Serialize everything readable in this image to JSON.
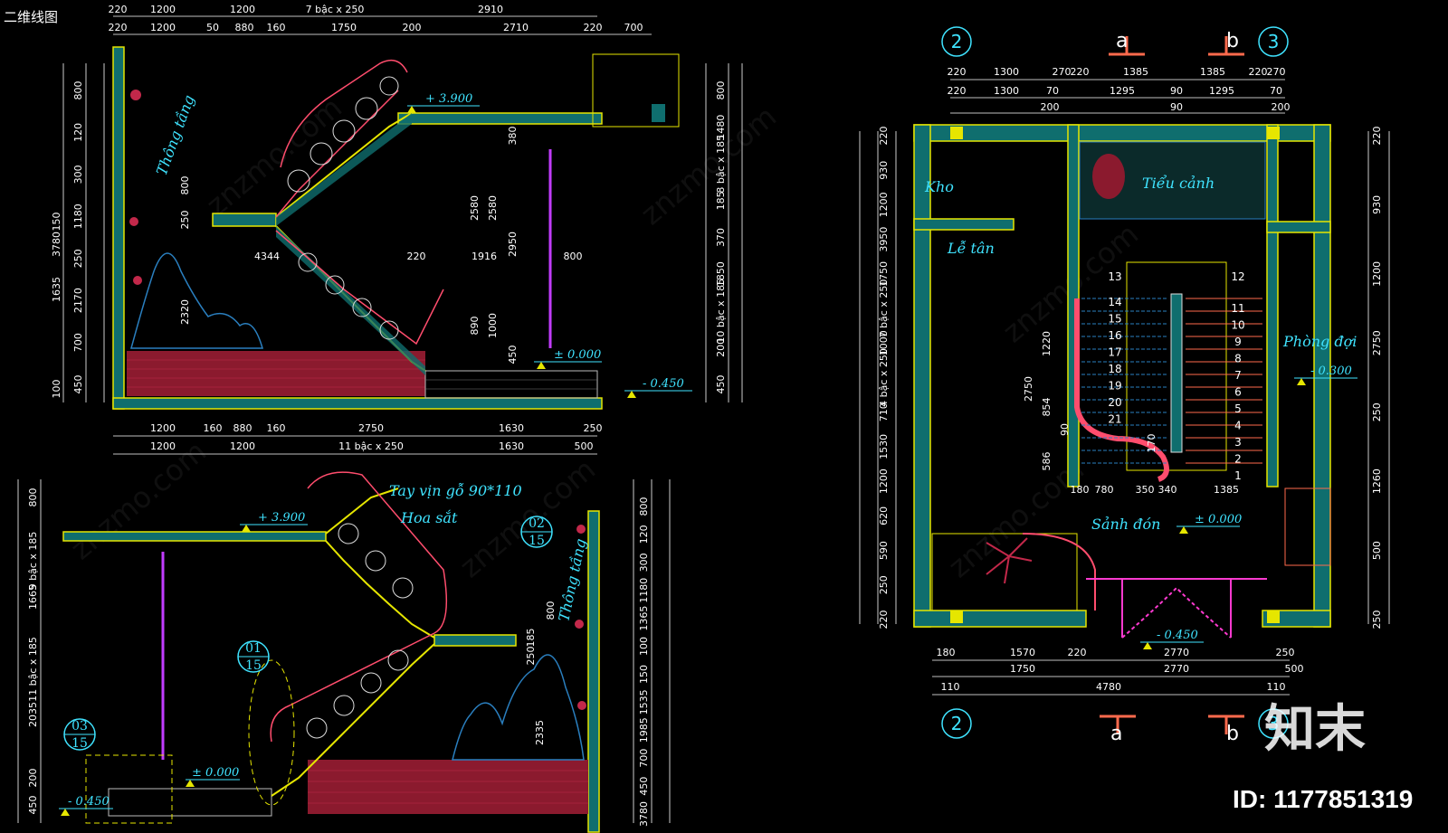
{
  "title": "二维线图",
  "watermark": "znzmo.com",
  "brand": "知末",
  "id_text": "ID: 1177851319",
  "colors": {
    "bg": "#000000",
    "wall": "#0f6e6e",
    "outline": "#e6e600",
    "dim": "#ffffff",
    "label": "#3fe3ff",
    "rail": "#ff4d6d",
    "floor": "#8b1a2e",
    "purple": "#c23cff"
  },
  "sec1": {
    "top_row1": [
      "220",
      "1200",
      "1200",
      "7 bậc x 250",
      "2910"
    ],
    "top_row2": [
      "220",
      "1200",
      "50",
      "880",
      "160",
      "1750",
      "200",
      "2710",
      "220",
      "700"
    ],
    "bottom_row1": [
      "1200",
      "160",
      "880",
      "160",
      "2750",
      "1630",
      "250"
    ],
    "bottom_row2": [
      "1200",
      "1200",
      "11 bậc x 250",
      "1630",
      "500"
    ],
    "left1": [
      "800",
      "120",
      "300",
      "1180",
      "250",
      "2170",
      "700",
      "450"
    ],
    "left2": [
      "3780",
      "1635",
      "150",
      "100"
    ],
    "right": [
      "800",
      "1480",
      "8 bậc x 185",
      "185",
      "370",
      "1850",
      "10 bậc x 185",
      "200",
      "450"
    ],
    "mid": [
      "4344",
      "220",
      "1916",
      "800",
      "2580",
      "2580",
      "2950",
      "380",
      "890",
      "1000",
      "450",
      "2320",
      "800",
      "250"
    ],
    "level_top": "+ 3.900",
    "level_mid": "± 0.000",
    "level_low": "- 0.450",
    "label": "Thông tầng"
  },
  "sec2": {
    "label_wood": "Tay vịn gỗ 90*110",
    "label_iron": "Hoa sắt",
    "label_void": "Thông tầng",
    "level_top": "+ 3.900",
    "level_mid": "± 0.000",
    "level_low": "- 0.450",
    "callouts": [
      {
        "top": "02",
        "bot": "15"
      },
      {
        "top": "01",
        "bot": "15"
      },
      {
        "top": "03",
        "bot": "15"
      }
    ],
    "left": [
      "800",
      "9 bậc x 185",
      "1665",
      "11 bậc x 185",
      "2035",
      "200",
      "450"
    ],
    "right": [
      "800",
      "120",
      "300",
      "1180",
      "1365",
      "100",
      "150",
      "1535",
      "1985",
      "700",
      "450",
      "3780"
    ],
    "mid": [
      "185",
      "800",
      "250",
      "2335"
    ]
  },
  "plan": {
    "axes": [
      "2",
      "3",
      "a",
      "b"
    ],
    "top_row1": [
      "220",
      "1300",
      "270",
      "220",
      "1385",
      "1385",
      "220",
      "270"
    ],
    "top_row2": [
      "220",
      "1300",
      "70",
      "1295",
      "90",
      "1295",
      "70"
    ],
    "top_row3": [
      "200",
      "90",
      "200"
    ],
    "bottom_row1": [
      "180",
      "1570",
      "220",
      "2770",
      "250"
    ],
    "bottom_row2": [
      "1750",
      "2770",
      "500"
    ],
    "bottom_row3": [
      "110",
      "4780",
      "110"
    ],
    "left": [
      "220",
      "930",
      "1200",
      "3950",
      "1750",
      "7 bậc x 250",
      "1000",
      "4 bậc x 250",
      "710",
      "1530",
      "1200",
      "620",
      "590",
      "250",
      "220"
    ],
    "right": [
      "220",
      "930",
      "1200",
      "2750",
      "250",
      "1260",
      "500",
      "250"
    ],
    "inner": [
      "1220",
      "2750",
      "854",
      "586",
      "90",
      "170",
      "180",
      "780",
      "350",
      "340",
      "1385"
    ],
    "rooms": {
      "kho": "Kho",
      "letan": "Lễ tân",
      "tieucanh": "Tiểu cảnh",
      "phongdoi": "Phòng đợi",
      "sanhdon": "Sảnh đón"
    },
    "levels": {
      "floor": "± 0.000",
      "waiting": "- 0.300",
      "entry": "- 0.450"
    },
    "steps_left": [
      "13",
      "14",
      "15",
      "16",
      "17",
      "18",
      "19",
      "20",
      "21"
    ],
    "steps_right": [
      "12",
      "11",
      "10",
      "9",
      "8",
      "7",
      "6",
      "5",
      "4",
      "3",
      "2",
      "1"
    ]
  }
}
